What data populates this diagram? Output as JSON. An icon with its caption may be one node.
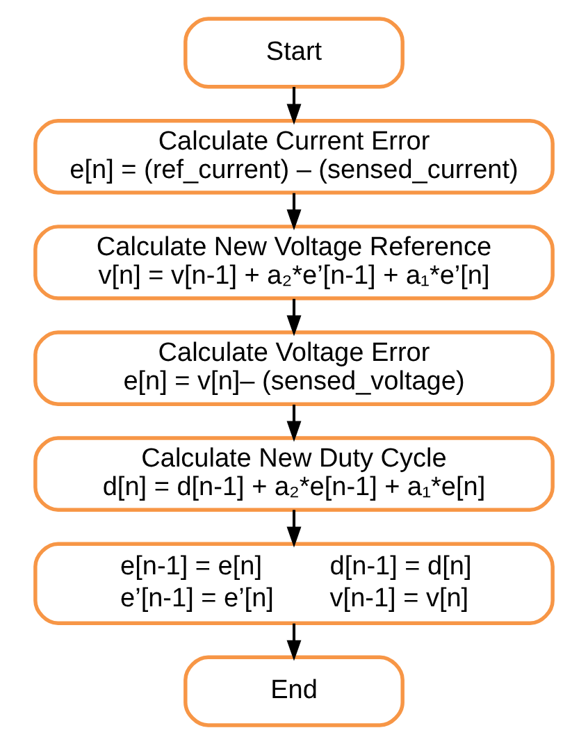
{
  "diagram": {
    "nodes": [
      {
        "text": [
          "Start"
        ]
      },
      {
        "text": [
          "Calculate Current Error",
          "e[n] = (ref_current) – (sensed_current)"
        ]
      },
      {
        "text": [
          "Calculate New Voltage Reference",
          "v[n] = v[n-1] + a₂*e’[n-1] + a₁*e’[n]"
        ]
      },
      {
        "text": [
          "Calculate Voltage Error",
          "e[n] = v[n]– (sensed_voltage)"
        ]
      },
      {
        "text": [
          "Calculate New Duty Cycle",
          "d[n] = d[n-1] + a₂*e[n-1] + a₁*e[n]"
        ]
      },
      {
        "text": [
          "e[n-1] = e[n]",
          "d[n-1] = d[n]",
          "e’[n-1] = e’[n]",
          "v[n-1] = v[n]"
        ]
      },
      {
        "text": [
          "End"
        ]
      }
    ],
    "edges": [
      {
        "from": 0,
        "to": 1,
        "arrow": "to"
      },
      {
        "from": 1,
        "to": 2,
        "arrow": "to"
      },
      {
        "from": 2,
        "to": 3,
        "arrow": "to"
      },
      {
        "from": 3,
        "to": 4,
        "arrow": "to"
      },
      {
        "from": 4,
        "to": 5,
        "arrow": "to"
      },
      {
        "from": 5,
        "to": 6,
        "arrow": "to"
      }
    ]
  }
}
